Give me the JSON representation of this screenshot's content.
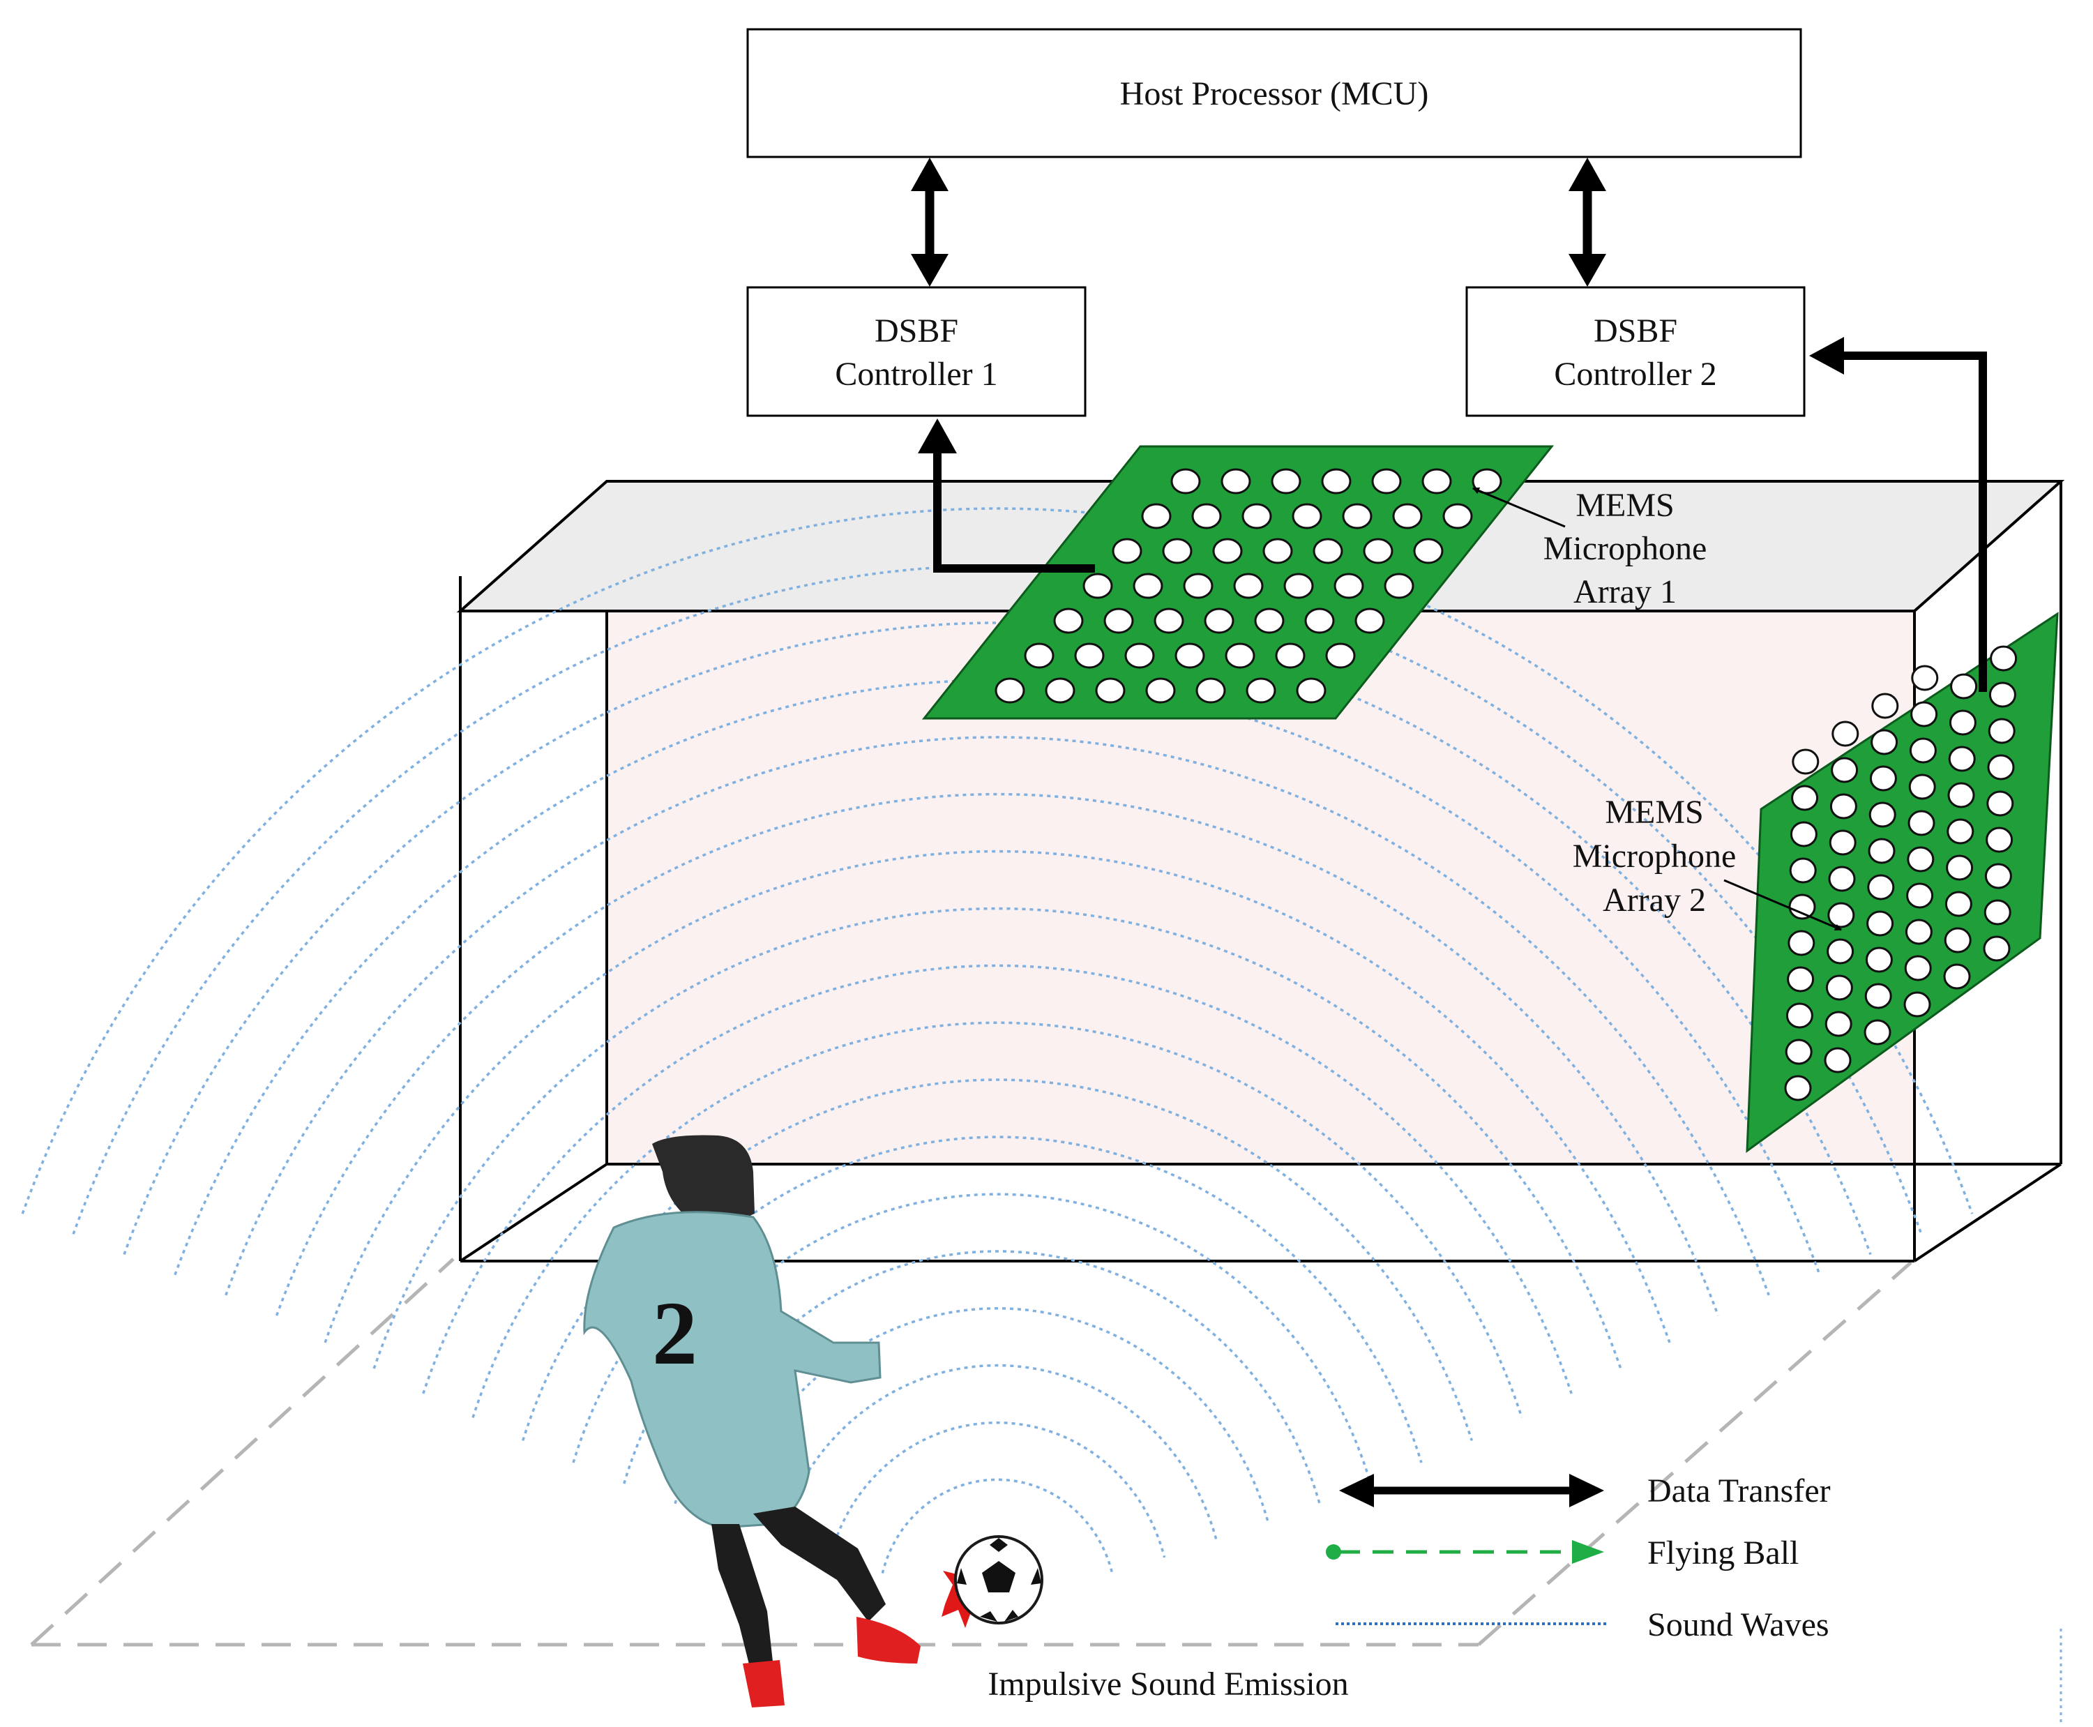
{
  "blocks": {
    "host": {
      "label": "Host Processor (MCU)"
    },
    "controller1": {
      "line1": "DSBF",
      "line2": "Controller 1"
    },
    "controller2": {
      "line1": "DSBF",
      "line2": "Controller 2"
    }
  },
  "arrays": {
    "array1": {
      "line1": "MEMS",
      "line2": "Microphone",
      "line3": "Array 1"
    },
    "array2": {
      "line1": "MEMS",
      "line2": "Microphone",
      "line3": "Array 2"
    }
  },
  "scene": {
    "impulse_label": "Impulsive Sound Emission",
    "player_number": "2"
  },
  "legend": {
    "data_transfer": "Data Transfer",
    "flying_ball": "Flying Ball",
    "sound_waves": "Sound Waves"
  },
  "colors": {
    "array_green": "#1f9e3a",
    "wave_blue": "#7fb0e0",
    "legend_wave": "#2a6fc4",
    "flying_green": "#1fae45",
    "goal_back": "#fbf1f1",
    "goal_top": "#ececec",
    "impact_red": "#e01818",
    "jersey": "#8fc1c4"
  },
  "icons": [
    "double-arrow-icon",
    "green-dashed-arrow-icon",
    "dotted-line-icon",
    "soccer-ball-icon",
    "impact-burst-icon"
  ]
}
